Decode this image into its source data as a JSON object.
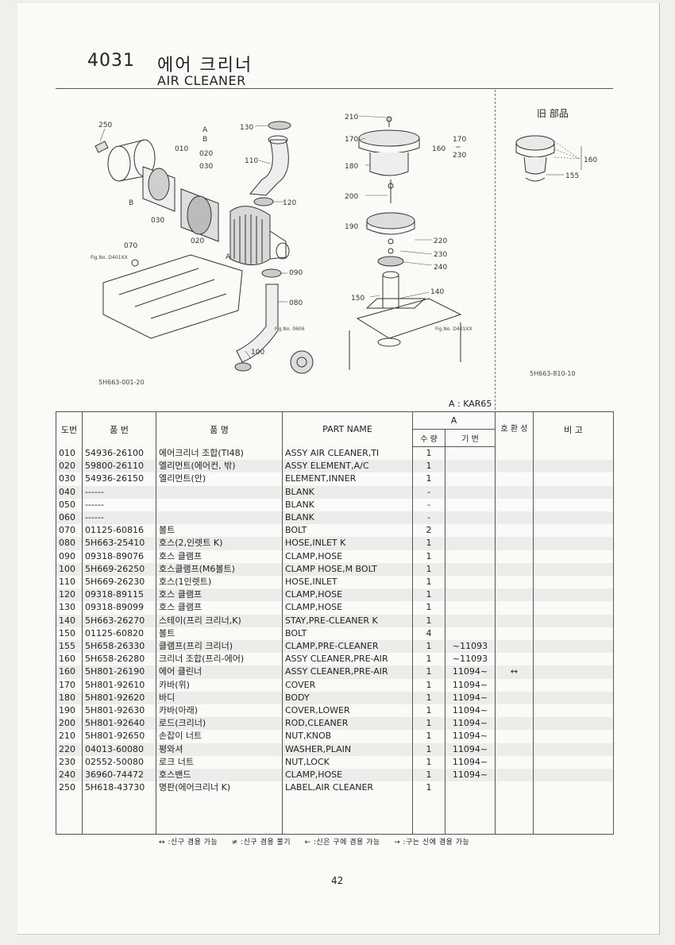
{
  "header": {
    "code": "4031",
    "title_kr": "에어 크리너",
    "title_en": "AIR CLEANER"
  },
  "diagram": {
    "callouts": [
      "250",
      "130",
      "010",
      "A",
      "B",
      "020",
      "030",
      "110",
      "120",
      "030",
      "020",
      "070",
      "A",
      "090",
      "080",
      "100",
      "B",
      "210",
      "170",
      "160",
      "170",
      "~",
      "230",
      "180",
      "200",
      "190",
      "220",
      "230",
      "240",
      "150",
      "140"
    ],
    "fig_left": "Fig.No. D401XX",
    "fig_mid": "Fig.No. 0606",
    "fig_right": "Fig.No. D401XX",
    "caption_left": "5H663-001-20",
    "caption_right": "5H663-810-10"
  },
  "old_parts": {
    "label": "旧 部品",
    "callouts": [
      "160",
      "155"
    ]
  },
  "variant_note": "A : KAR65",
  "table": {
    "headers": {
      "no": "도번",
      "part_code": "품    번",
      "part_kr": "품          명",
      "part_name": "PART NAME",
      "group_a": "A",
      "qty": "수 량",
      "serial": "기 번",
      "interchange": "호 환 성",
      "remarks": "비     고"
    },
    "rows": [
      {
        "no": "010",
        "code": "54936-26100",
        "kr": "에어크리너 조합(TI48)",
        "en": "ASSY AIR CLEANER,TI",
        "qty": "1",
        "serial": "",
        "ic": ""
      },
      {
        "no": "020",
        "code": "59800-26110",
        "kr": "엘리먼트(에어컨, 밖)",
        "en": "ASSY ELEMENT,A/C",
        "qty": "1",
        "serial": "",
        "ic": ""
      },
      {
        "no": "030",
        "code": "54936-26150",
        "kr": "엘리먼트(안)",
        "en": "ELEMENT,INNER",
        "qty": "1",
        "serial": "",
        "ic": ""
      },
      {
        "no": "040",
        "code": "------",
        "kr": "",
        "en": "BLANK",
        "qty": "-",
        "serial": "",
        "ic": ""
      },
      {
        "no": "050",
        "code": "------",
        "kr": "",
        "en": "BLANK",
        "qty": "-",
        "serial": "",
        "ic": ""
      },
      {
        "no": "060",
        "code": "------",
        "kr": "",
        "en": "BLANK",
        "qty": "-",
        "serial": "",
        "ic": ""
      },
      {
        "no": "070",
        "code": "01125-60816",
        "kr": "볼트",
        "en": "BOLT",
        "qty": "2",
        "serial": "",
        "ic": ""
      },
      {
        "no": "080",
        "code": "5H663-25410",
        "kr": "호스(2,인렛트 K)",
        "en": "HOSE,INLET K",
        "qty": "1",
        "serial": "",
        "ic": ""
      },
      {
        "no": "090",
        "code": "09318-89076",
        "kr": "호스 클램프",
        "en": "CLAMP,HOSE",
        "qty": "1",
        "serial": "",
        "ic": ""
      },
      {
        "no": "100",
        "code": "5H669-26250",
        "kr": "호스클램프(M6볼트)",
        "en": "CLAMP HOSE,M BOLT",
        "qty": "1",
        "serial": "",
        "ic": ""
      },
      {
        "no": "110",
        "code": "5H669-26230",
        "kr": "호스(1인렛트)",
        "en": "HOSE,INLET",
        "qty": "1",
        "serial": "",
        "ic": ""
      },
      {
        "no": "120",
        "code": "09318-89115",
        "kr": "호스 클램프",
        "en": "CLAMP,HOSE",
        "qty": "1",
        "serial": "",
        "ic": ""
      },
      {
        "no": "130",
        "code": "09318-89099",
        "kr": "호스 클램프",
        "en": "CLAMP,HOSE",
        "qty": "1",
        "serial": "",
        "ic": ""
      },
      {
        "no": "140",
        "code": "5H663-26270",
        "kr": "스테이(프리 크리너,K)",
        "en": "STAY,PRE-CLEANER K",
        "qty": "1",
        "serial": "",
        "ic": ""
      },
      {
        "no": "150",
        "code": "01125-60820",
        "kr": "볼트",
        "en": "BOLT",
        "qty": "4",
        "serial": "",
        "ic": ""
      },
      {
        "no": "155",
        "code": "5H658-26330",
        "kr": "클램프(프리 크리너)",
        "en": "CLAMP,PRE-CLEANER",
        "qty": "1",
        "serial": "~11093",
        "ic": ""
      },
      {
        "no": "160",
        "code": "5H658-26280",
        "kr": "크리너 조합(프리-에어)",
        "en": "ASSY CLEANER,PRE-AIR",
        "qty": "1",
        "serial": "~11093",
        "ic": ""
      },
      {
        "no": "160",
        "code": "5H801-26190",
        "kr": "에어 클린너",
        "en": "ASSY CLEANER,PRE-AIR",
        "qty": "1",
        "serial": "11094~",
        "ic": "↔"
      },
      {
        "no": "170",
        "code": "5H801-92610",
        "kr": "카바(위)",
        "en": "COVER",
        "qty": "1",
        "serial": "11094~",
        "ic": ""
      },
      {
        "no": "180",
        "code": "5H801-92620",
        "kr": "바디",
        "en": "BODY",
        "qty": "1",
        "serial": "11094~",
        "ic": ""
      },
      {
        "no": "190",
        "code": "5H801-92630",
        "kr": "카바(아래)",
        "en": "COVER,LOWER",
        "qty": "1",
        "serial": "11094~",
        "ic": ""
      },
      {
        "no": "200",
        "code": "5H801-92640",
        "kr": "로드(크리너)",
        "en": "ROD,CLEANER",
        "qty": "1",
        "serial": "11094~",
        "ic": ""
      },
      {
        "no": "210",
        "code": "5H801-92650",
        "kr": "손잡이 너트",
        "en": "NUT,KNOB",
        "qty": "1",
        "serial": "11094~",
        "ic": ""
      },
      {
        "no": "220",
        "code": "04013-60080",
        "kr": "평와셔",
        "en": "WASHER,PLAIN",
        "qty": "1",
        "serial": "11094~",
        "ic": ""
      },
      {
        "no": "230",
        "code": "02552-50080",
        "kr": "로크 너트",
        "en": "NUT,LOCK",
        "qty": "1",
        "serial": "11094~",
        "ic": ""
      },
      {
        "no": "240",
        "code": "36960-74472",
        "kr": "호스밴드",
        "en": "CLAMP,HOSE",
        "qty": "1",
        "serial": "11094~",
        "ic": ""
      },
      {
        "no": "250",
        "code": "5H618-43730",
        "kr": "명판(에어크리너 K)",
        "en": "LABEL,AIR CLEANER",
        "qty": "1",
        "serial": "",
        "ic": ""
      }
    ]
  },
  "legend": [
    "↔ :신구 겸용 가능",
    "≠ :신구 겸용 불기",
    "← :신은 구에 겸용 가능",
    "→ :구는 신에 겸용 가능"
  ],
  "page_number": "42"
}
